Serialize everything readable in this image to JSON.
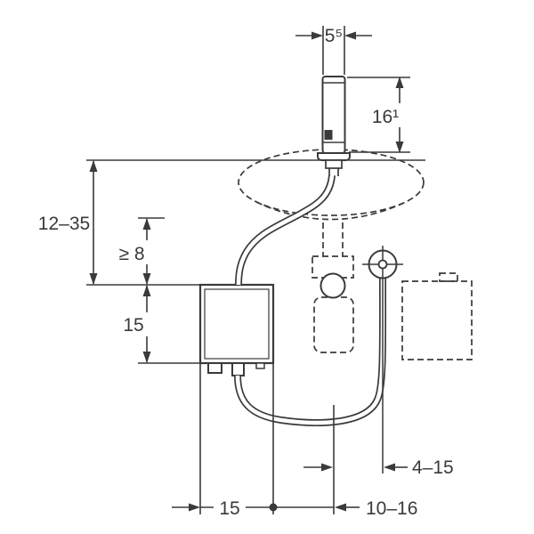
{
  "diagram": {
    "colors": {
      "background": "#ffffff",
      "line": "#3a3a3a"
    },
    "labels": {
      "faucet_depth": "5⁵",
      "faucet_height": "16¹",
      "rim_to_box": "12–35",
      "clearance": "≥ 8",
      "box_height": "15",
      "box_width": "15",
      "box_to_center": "10–16",
      "center_to_connection": "4–15"
    }
  }
}
